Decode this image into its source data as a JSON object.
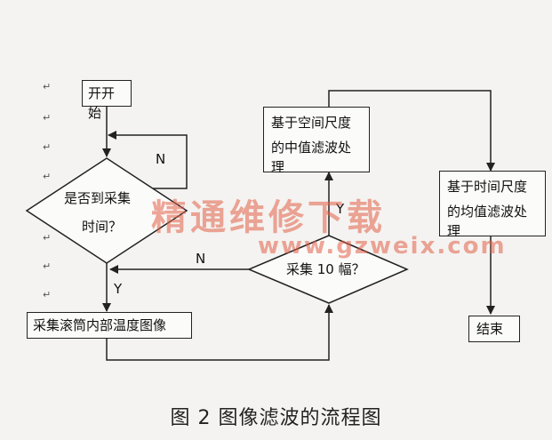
{
  "nodes": {
    "start": "开开始",
    "decision_time_line1": "是否到采集",
    "decision_time_line2": "时间？",
    "collect_image": "采集滚筒内部温度图像",
    "decision_count": "采集 10 幅？",
    "spatial_median_line1": "基于空间尺度",
    "spatial_median_line2": "的中值滤波处理",
    "temporal_mean_line1": "基于时间尺度",
    "temporal_mean_line2": "的均值滤波处理",
    "end": "结束"
  },
  "edge_labels": {
    "time_no": "N",
    "time_yes": "Y",
    "count_no": "N",
    "count_yes": "Y"
  },
  "caption": "图 2   图像滤波的流程图",
  "watermark": {
    "text": "精通维修下载",
    "url": "www.gzweix.com"
  },
  "colors": {
    "line": "#222222",
    "watermark": "#e15f46"
  }
}
